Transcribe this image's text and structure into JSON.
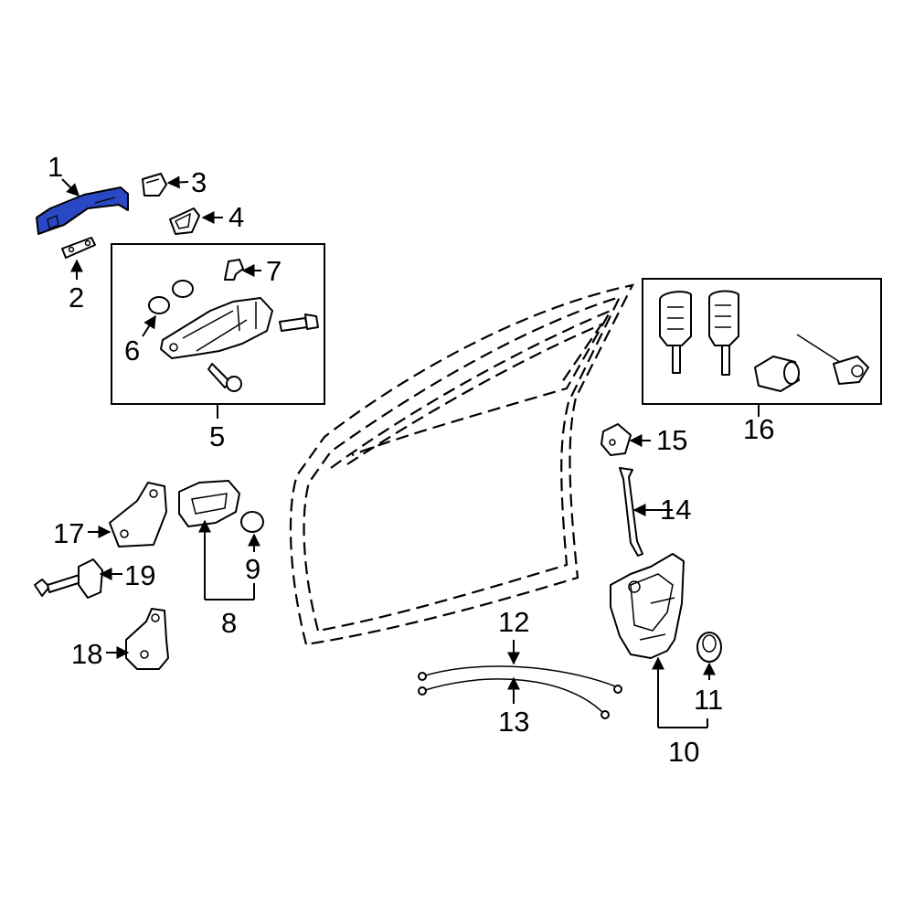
{
  "diagram": {
    "highlight_color": "#2b48c4",
    "callouts": [
      "1",
      "2",
      "3",
      "4",
      "5",
      "6",
      "7",
      "8",
      "9",
      "10",
      "11",
      "12",
      "13",
      "14",
      "15",
      "16",
      "17",
      "18",
      "19"
    ]
  }
}
